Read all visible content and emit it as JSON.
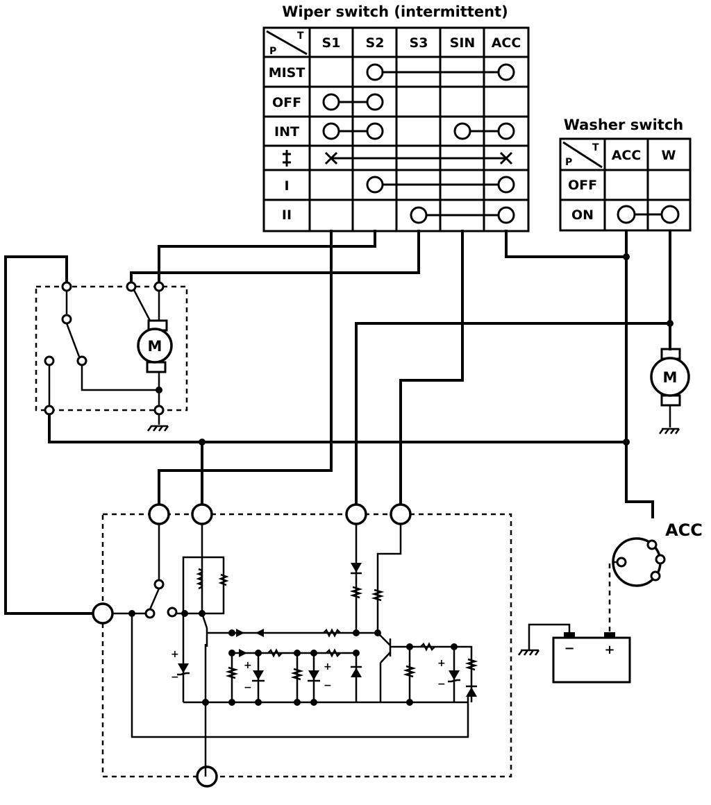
{
  "wiper_switch": {
    "title": "Wiper switch (intermittent)",
    "corner_top": "T",
    "corner_bottom": "P",
    "columns": [
      "S1",
      "S2",
      "S3",
      "SIN",
      "ACC"
    ],
    "rows": [
      "MIST",
      "OFF",
      "INT",
      "",
      "I",
      "II"
    ]
  },
  "washer_switch": {
    "title": "Washer switch",
    "corner_top": "T",
    "corner_bottom": "P",
    "columns": [
      "ACC",
      "W"
    ],
    "rows": [
      "OFF",
      "ON"
    ]
  },
  "wiper_motor": {
    "label": "M"
  },
  "washer_motor": {
    "label": "M"
  },
  "ignition": {
    "label": "ACC"
  },
  "battery": {
    "negative": "−",
    "positive": "+"
  },
  "polarity_marks": {
    "plus": "+",
    "minus": "−"
  }
}
